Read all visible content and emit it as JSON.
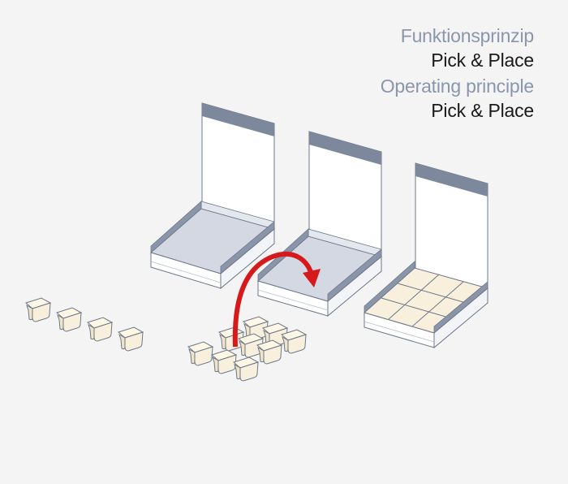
{
  "title_de": "Funktionsprinzip",
  "subtitle_de": "Pick & Place",
  "title_en": "Operating principle",
  "subtitle_en": "Pick & Place",
  "colors": {
    "background": "#f4f4f4",
    "title_gray": "#8a96ac",
    "text_dark": "#1a1a1a",
    "lid_band": "#7d889c",
    "box_white": "#ffffff",
    "box_floor": "#d3d8e2",
    "outline": "#6d7789",
    "cup_cream": "#f8f0dc",
    "arrow_red": "#d7191b"
  },
  "icons": [
    "single-cup-icon",
    "cup-tray-icon",
    "empty-open-box-icon",
    "filled-box-icon",
    "curved-arrow-icon"
  ]
}
